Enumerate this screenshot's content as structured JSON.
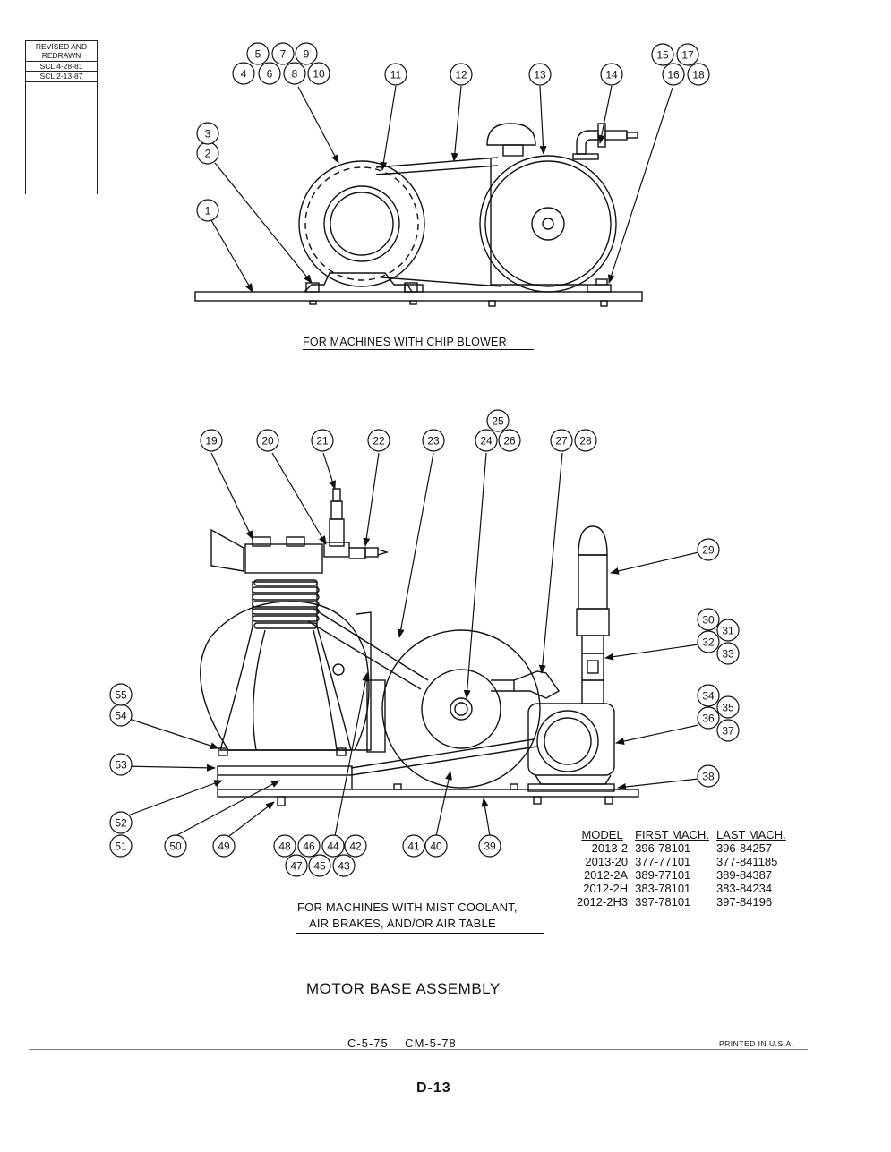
{
  "revision_block": {
    "header": "REVISED AND REDRAWN",
    "entries": [
      "SCL 4-28-81",
      "SCL 2-13-87"
    ]
  },
  "top_assembly": {
    "caption": "FOR MACHINES WITH CHIP BLOWER",
    "callouts": [
      "1",
      "2",
      "3",
      "4",
      "5",
      "6",
      "7",
      "8",
      "9",
      "10",
      "11",
      "12",
      "13",
      "14",
      "15",
      "16",
      "17",
      "18"
    ]
  },
  "bottom_assembly": {
    "caption_line1": "FOR MACHINES WITH MIST COOLANT,",
    "caption_line2": "AIR BRAKES, AND/OR AIR TABLE",
    "callouts": [
      "19",
      "20",
      "21",
      "22",
      "23",
      "24",
      "25",
      "26",
      "27",
      "28",
      "29",
      "30",
      "31",
      "32",
      "33",
      "34",
      "35",
      "36",
      "37",
      "38",
      "39",
      "40",
      "41",
      "42",
      "43",
      "44",
      "45",
      "46",
      "47",
      "48",
      "49",
      "50",
      "51",
      "52",
      "53",
      "54",
      "55"
    ]
  },
  "model_table": {
    "headers": [
      "MODEL",
      "FIRST MACH.",
      "LAST MACH."
    ],
    "rows": [
      [
        "2013-2",
        "396-78101",
        "396-84257"
      ],
      [
        "2013-20",
        "377-77101",
        "377-841185"
      ],
      [
        "2012-2A",
        "389-77101",
        "389-84387"
      ],
      [
        "2012-2H",
        "383-78101",
        "383-84234"
      ],
      [
        "2012-2H3",
        "397-78101",
        "397-84196"
      ]
    ]
  },
  "title": "MOTOR BASE ASSEMBLY",
  "drawing_codes": "C-5-75    CM-5-78",
  "printed_note": "PRINTED IN U.S.A.",
  "page_number": "D-13"
}
